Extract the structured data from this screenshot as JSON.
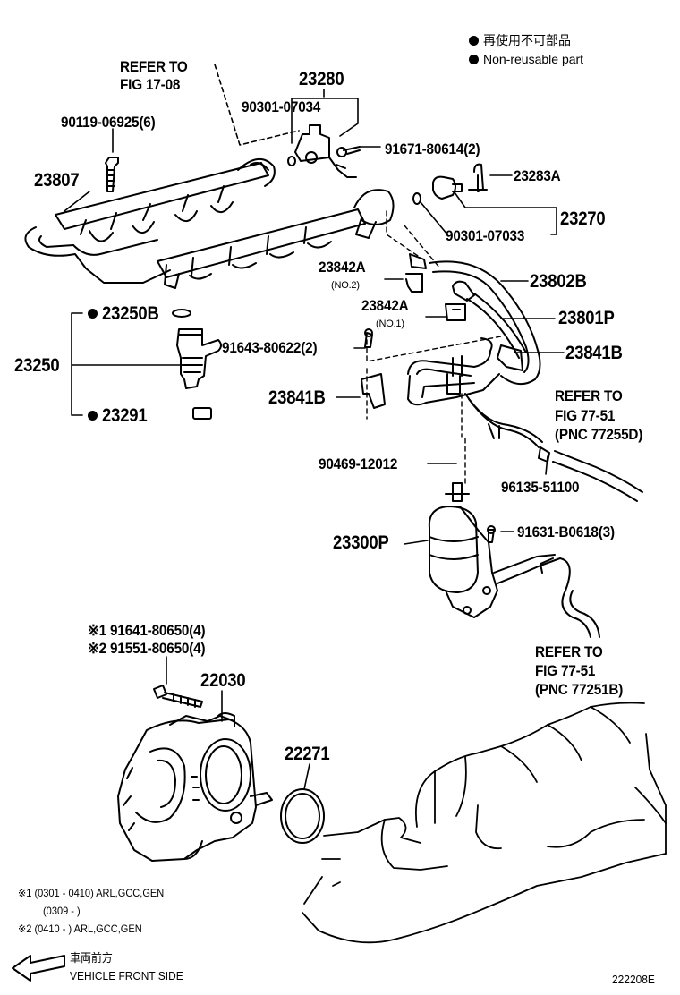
{
  "legend": {
    "jp": "再使用不可部品",
    "en": "Non-reusable part"
  },
  "refs": {
    "r1_line1": "REFER TO",
    "r1_line2": "FIG 17-08",
    "r2_line1": "REFER TO",
    "r2_line2": "FIG 77-51",
    "r2_line3": "(PNC 77255D)",
    "r3_line1": "REFER TO",
    "r3_line2": "FIG 77-51",
    "r3_line3": "(PNC 77251B)"
  },
  "parts": {
    "p23280": "23280",
    "p90301_07034": "90301-07034",
    "p91671": "91671-80614(2)",
    "p90119": "90119-06925(6)",
    "p23807": "23807",
    "p23283A": "23283A",
    "p23270": "23270",
    "p90301_07033": "90301-07033",
    "p23842A_1": "23842A",
    "no2": "(NO.2)",
    "p23802B": "23802B",
    "p23842A_2": "23842A",
    "no1": "(NO.1)",
    "p23801P": "23801P",
    "p23250B": "23250B",
    "p23250": "23250",
    "p91643": "91643-80622(2)",
    "p23841B_1": "23841B",
    "p23841B_2": "23841B",
    "p23291": "23291",
    "p90469": "90469-12012",
    "p96135": "96135-51100",
    "p23300P": "23300P",
    "p91631": "91631-B0618(3)",
    "p91641": "※1 91641-80650(4)",
    "p91551": "※2 91551-80650(4)",
    "p22030": "22030",
    "p22271": "22271"
  },
  "notes": {
    "n1": "※1 (0301 - 0410) ARL,GCC,GEN",
    "n1b": "(0309 -          )",
    "n2": "※2 (0410 -          ) ARL,GCC,GEN"
  },
  "front": {
    "jp": "車両前方",
    "en": "VEHICLE FRONT SIDE"
  },
  "figure_id": "222208E"
}
